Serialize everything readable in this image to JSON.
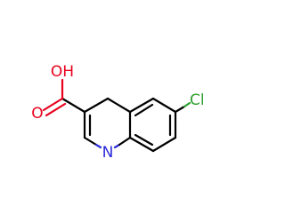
{
  "molecule": {
    "atoms": {
      "oh": {
        "label": "OH",
        "color": "#e8001c"
      },
      "o": {
        "label": "O",
        "color": "#e8001c"
      },
      "n": {
        "label": "N",
        "color": "#2a2ad8"
      },
      "cl": {
        "label": "Cl",
        "color": "#2ea02e"
      }
    },
    "bond_color": "#000000"
  }
}
